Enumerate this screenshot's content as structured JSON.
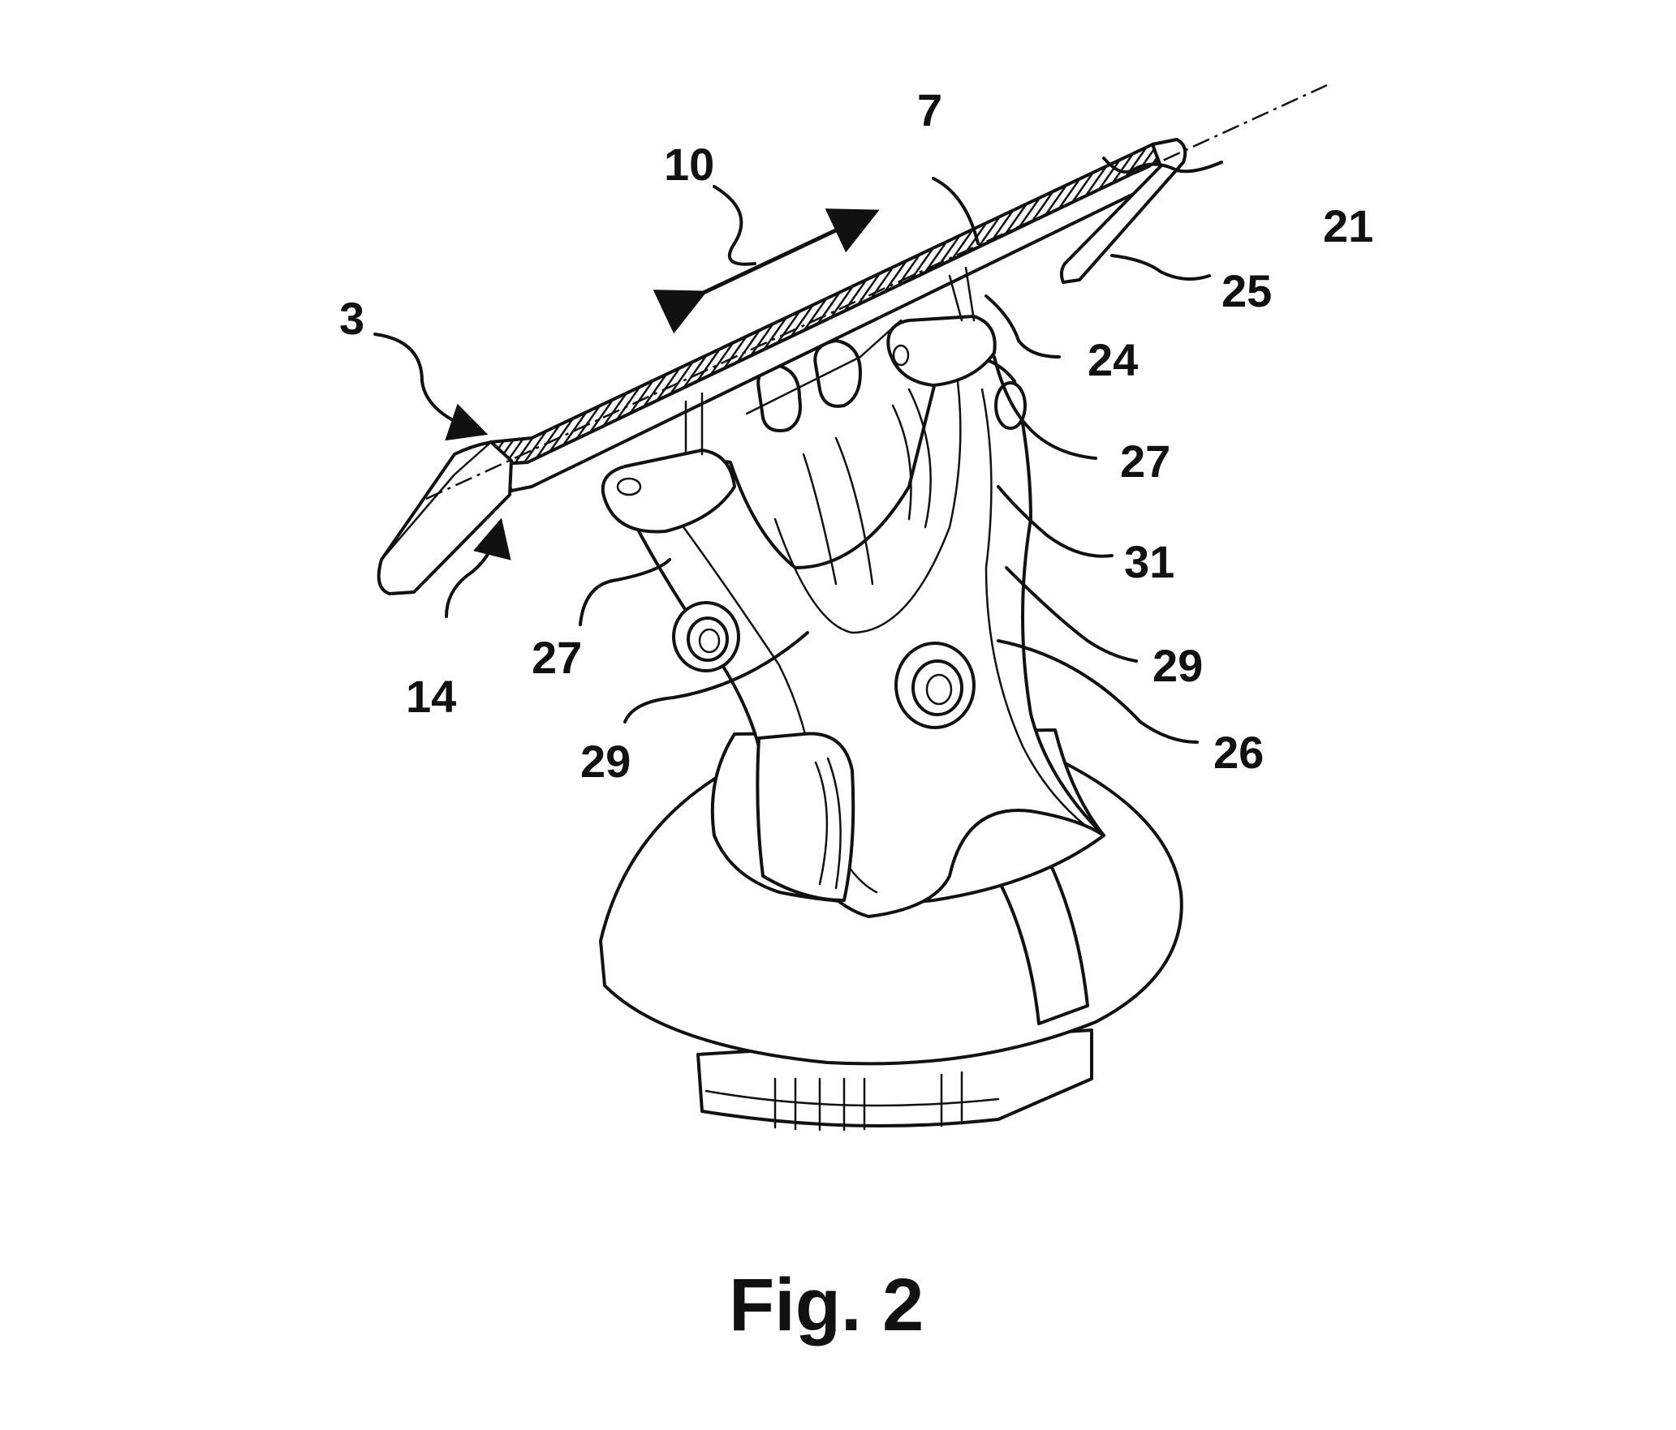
{
  "figure": {
    "caption": "Fig. 2",
    "reference_numerals": [
      {
        "id": "ref-3",
        "text": "3"
      },
      {
        "id": "ref-7",
        "text": "7"
      },
      {
        "id": "ref-10",
        "text": "10"
      },
      {
        "id": "ref-14",
        "text": "14"
      },
      {
        "id": "ref-21",
        "text": "21"
      },
      {
        "id": "ref-24",
        "text": "24"
      },
      {
        "id": "ref-25",
        "text": "25"
      },
      {
        "id": "ref-26",
        "text": "26"
      },
      {
        "id": "ref-27a",
        "text": "27"
      },
      {
        "id": "ref-27b",
        "text": "27"
      },
      {
        "id": "ref-29a",
        "text": "29"
      },
      {
        "id": "ref-29b",
        "text": "29"
      },
      {
        "id": "ref-31",
        "text": "31"
      }
    ]
  }
}
